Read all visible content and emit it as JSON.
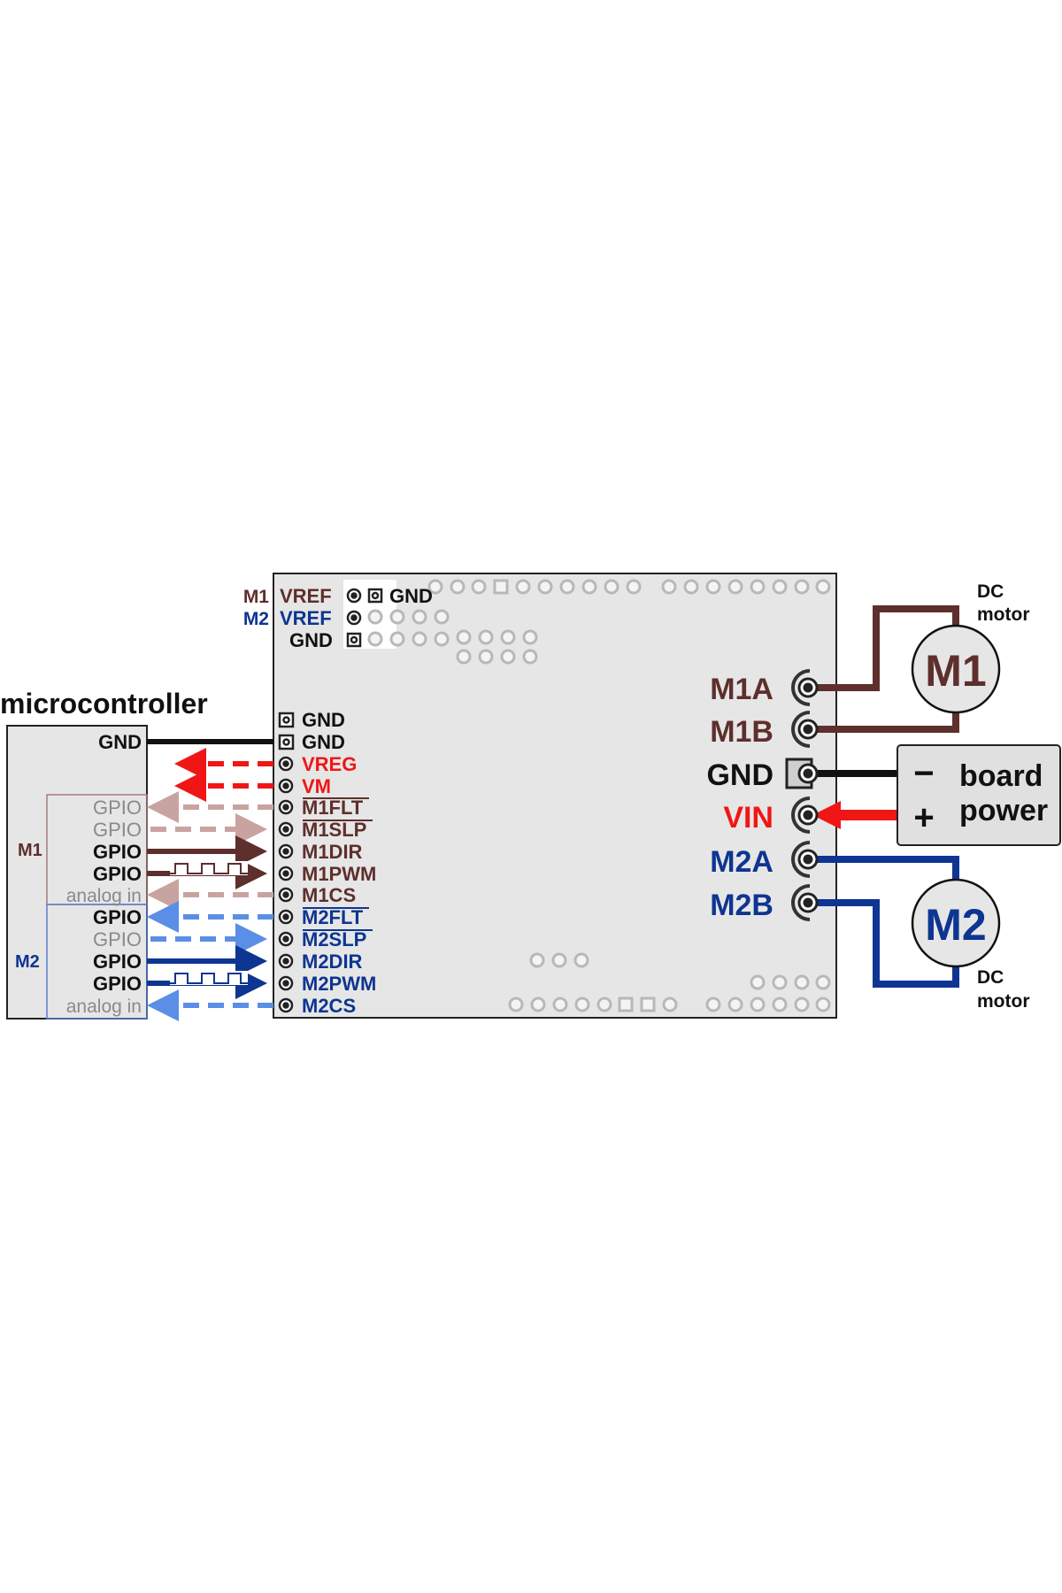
{
  "colors": {
    "m1": "#5e2f2c",
    "m1_light": "#c9a3a0",
    "m2": "#0d3591",
    "m2_light": "#5b8ee6",
    "power": "#f01616",
    "black": "#111111",
    "gray_text": "#8a8a8a",
    "board": "#e6e6e6",
    "box": "#e0e0e0"
  },
  "microcontroller": {
    "title": "microcontroller",
    "gnd": "GND",
    "group_m1": "M1",
    "group_m2": "M2",
    "m1_rows": [
      "GPIO",
      "GPIO",
      "GPIO",
      "GPIO",
      "analog in"
    ],
    "m2_rows": [
      "GPIO",
      "GPIO",
      "GPIO",
      "GPIO",
      "analog in"
    ]
  },
  "board_top": {
    "m1_tag": "M1",
    "m1_vref": "VREF",
    "m2_tag": "M2",
    "m2_vref": "VREF",
    "gnd_right": "GND",
    "gnd_left": "GND"
  },
  "board_pins": [
    "GND",
    "GND",
    "VREG",
    "VM",
    "M1FLT",
    "M1SLP",
    "M1DIR",
    "M1PWM",
    "M1CS",
    "M2FLT",
    "M2SLP",
    "M2DIR",
    "M2PWM",
    "M2CS"
  ],
  "outputs": {
    "m1a": "M1A",
    "m1b": "M1B",
    "gnd": "GND",
    "vin": "VIN",
    "m2a": "M2A",
    "m2b": "M2B"
  },
  "motor1": {
    "label": "M1",
    "caption_line1": "DC",
    "caption_line2": "motor"
  },
  "motor2": {
    "label": "M2",
    "caption_line1": "DC",
    "caption_line2": "motor"
  },
  "power_box": {
    "minus": "−",
    "plus": "+",
    "line1": "board",
    "line2": "power"
  }
}
